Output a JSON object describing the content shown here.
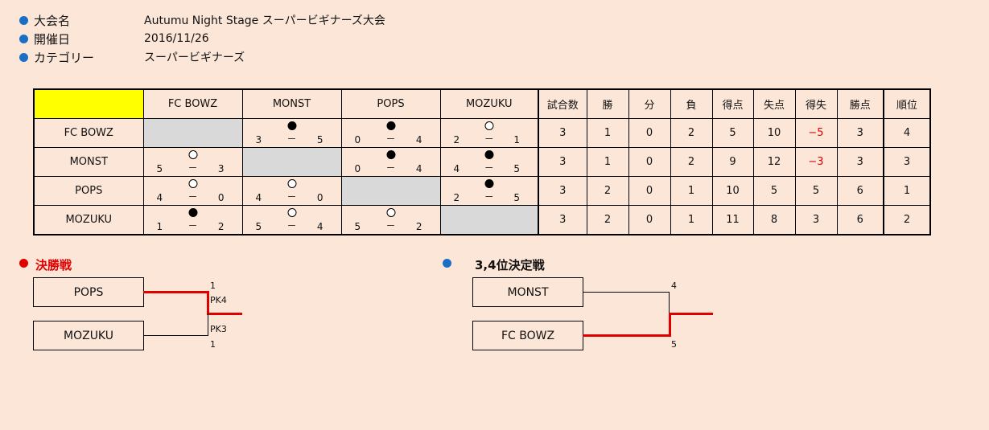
{
  "info": [
    {
      "label": "大会名",
      "value": "Autumu  Night  Stage  スーパービギナーズ大会"
    },
    {
      "label": "開催日",
      "value": "2016/11/26"
    },
    {
      "label": "カテゴリー",
      "value": "スーパービギナーズ"
    }
  ],
  "colors": {
    "bullet_blue": "#1a6fc4",
    "bullet_red": "#e00000",
    "win_line": "#e00000",
    "corner": "#ffff00"
  },
  "table": {
    "headers": [
      "FC BOWZ",
      "MONST",
      "POPS",
      "MOZUKU",
      "試合数",
      "勝",
      "分",
      "負",
      "得点",
      "失点",
      "得失",
      "勝点",
      "順位"
    ],
    "rows": [
      {
        "team": "FC BOWZ",
        "results": [
          null,
          {
            "mark": "lose",
            "l": "3",
            "dash": "－",
            "r": "5"
          },
          {
            "mark": "lose",
            "l": "0",
            "dash": "－",
            "r": "4"
          },
          {
            "mark": "win",
            "l": "2",
            "dash": "－",
            "r": "1"
          }
        ],
        "stats": [
          "3",
          "1",
          "0",
          "2",
          "5",
          "10",
          "−5",
          "3",
          "4"
        ]
      },
      {
        "team": "MONST",
        "results": [
          {
            "mark": "win",
            "l": "5",
            "dash": "－",
            "r": "3"
          },
          null,
          {
            "mark": "lose",
            "l": "0",
            "dash": "－",
            "r": "4"
          },
          {
            "mark": "lose",
            "l": "4",
            "dash": "－",
            "r": "5"
          }
        ],
        "stats": [
          "3",
          "1",
          "0",
          "2",
          "9",
          "12",
          "−3",
          "3",
          "3"
        ]
      },
      {
        "team": "POPS",
        "results": [
          {
            "mark": "win",
            "l": "4",
            "dash": "－",
            "r": "0"
          },
          {
            "mark": "win",
            "l": "4",
            "dash": "－",
            "r": "0"
          },
          null,
          {
            "mark": "lose",
            "l": "2",
            "dash": "－",
            "r": "5"
          }
        ],
        "stats": [
          "3",
          "2",
          "0",
          "1",
          "10",
          "5",
          "5",
          "6",
          "1"
        ]
      },
      {
        "team": "MOZUKU",
        "results": [
          {
            "mark": "lose",
            "l": "1",
            "dash": "－",
            "r": "2"
          },
          {
            "mark": "win",
            "l": "5",
            "dash": "－",
            "r": "4"
          },
          {
            "mark": "win",
            "l": "5",
            "dash": "－",
            "r": "2"
          },
          null
        ],
        "stats": [
          "3",
          "2",
          "0",
          "1",
          "11",
          "8",
          "3",
          "6",
          "2"
        ]
      }
    ]
  },
  "final": {
    "title": "決勝戦",
    "top_team": "POPS",
    "top_score": "1",
    "top_pk": "PK4",
    "bottom_team": "MOZUKU",
    "bottom_score": "1",
    "bottom_pk": "PK3"
  },
  "third_place": {
    "title": "3,4位決定戦",
    "top_team": "MONST",
    "top_score": "4",
    "bottom_team": "FC BOWZ",
    "bottom_score": "5"
  }
}
